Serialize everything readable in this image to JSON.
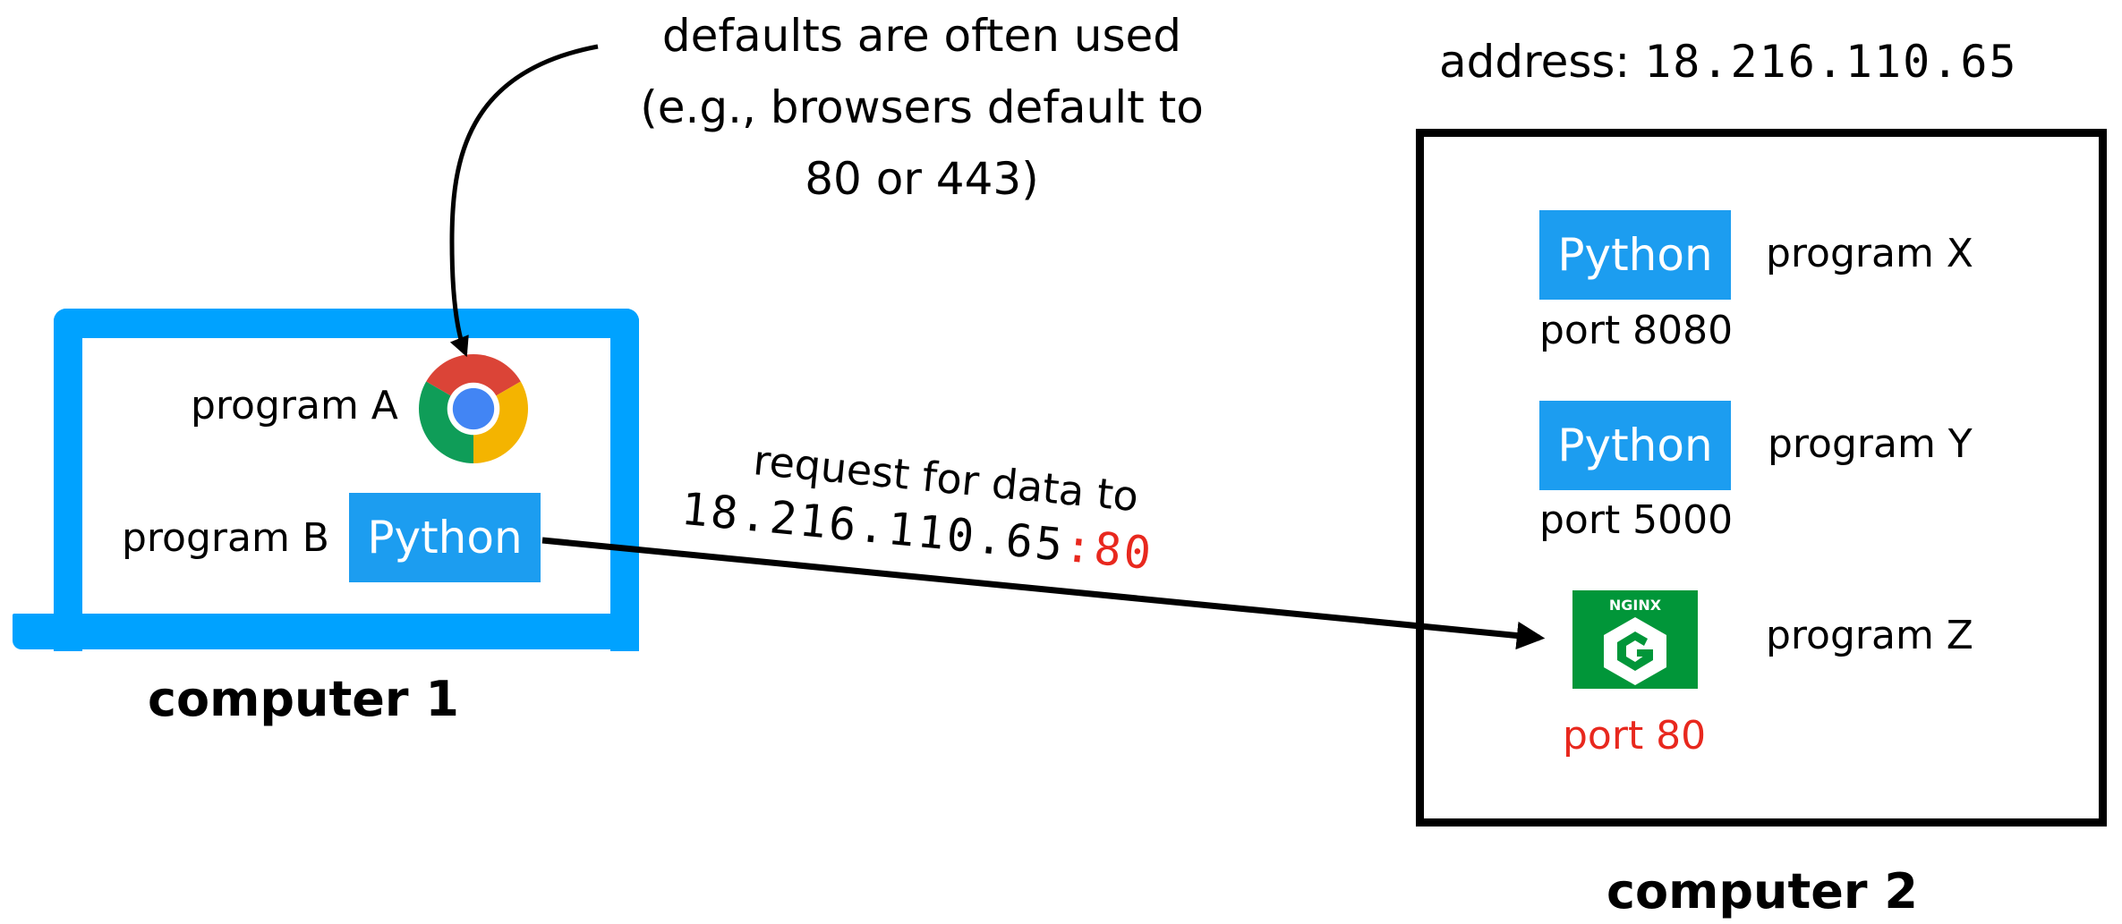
{
  "callout": {
    "line1": "defaults are often used",
    "line2": "(e.g., browsers default to",
    "line3": "80 or 443)"
  },
  "computer1": {
    "label": "computer 1",
    "program_a": "program A",
    "program_b": "program B",
    "python_badge": "Python"
  },
  "request": {
    "line1": "request for data to",
    "address": "18.216.110.65",
    "separator": ":",
    "port": "80"
  },
  "computer2": {
    "label": "computer 2",
    "address_label": "address: ",
    "address_value": "18.216.110.65",
    "programs": [
      {
        "badge": "Python",
        "name": "program X",
        "port": "port 8080"
      },
      {
        "badge": "Python",
        "name": "program Y",
        "port": "port 5000"
      },
      {
        "badge": "NGINX",
        "name": "program Z",
        "port": "port 80"
      }
    ]
  },
  "colors": {
    "laptop_blue": "#00a2ff",
    "python_blue": "#1c9df0",
    "nginx_green": "#019639",
    "highlight_red": "#e8281e"
  },
  "icons": [
    "chrome-icon",
    "python-logo",
    "nginx-icon",
    "arrow-icon"
  ]
}
